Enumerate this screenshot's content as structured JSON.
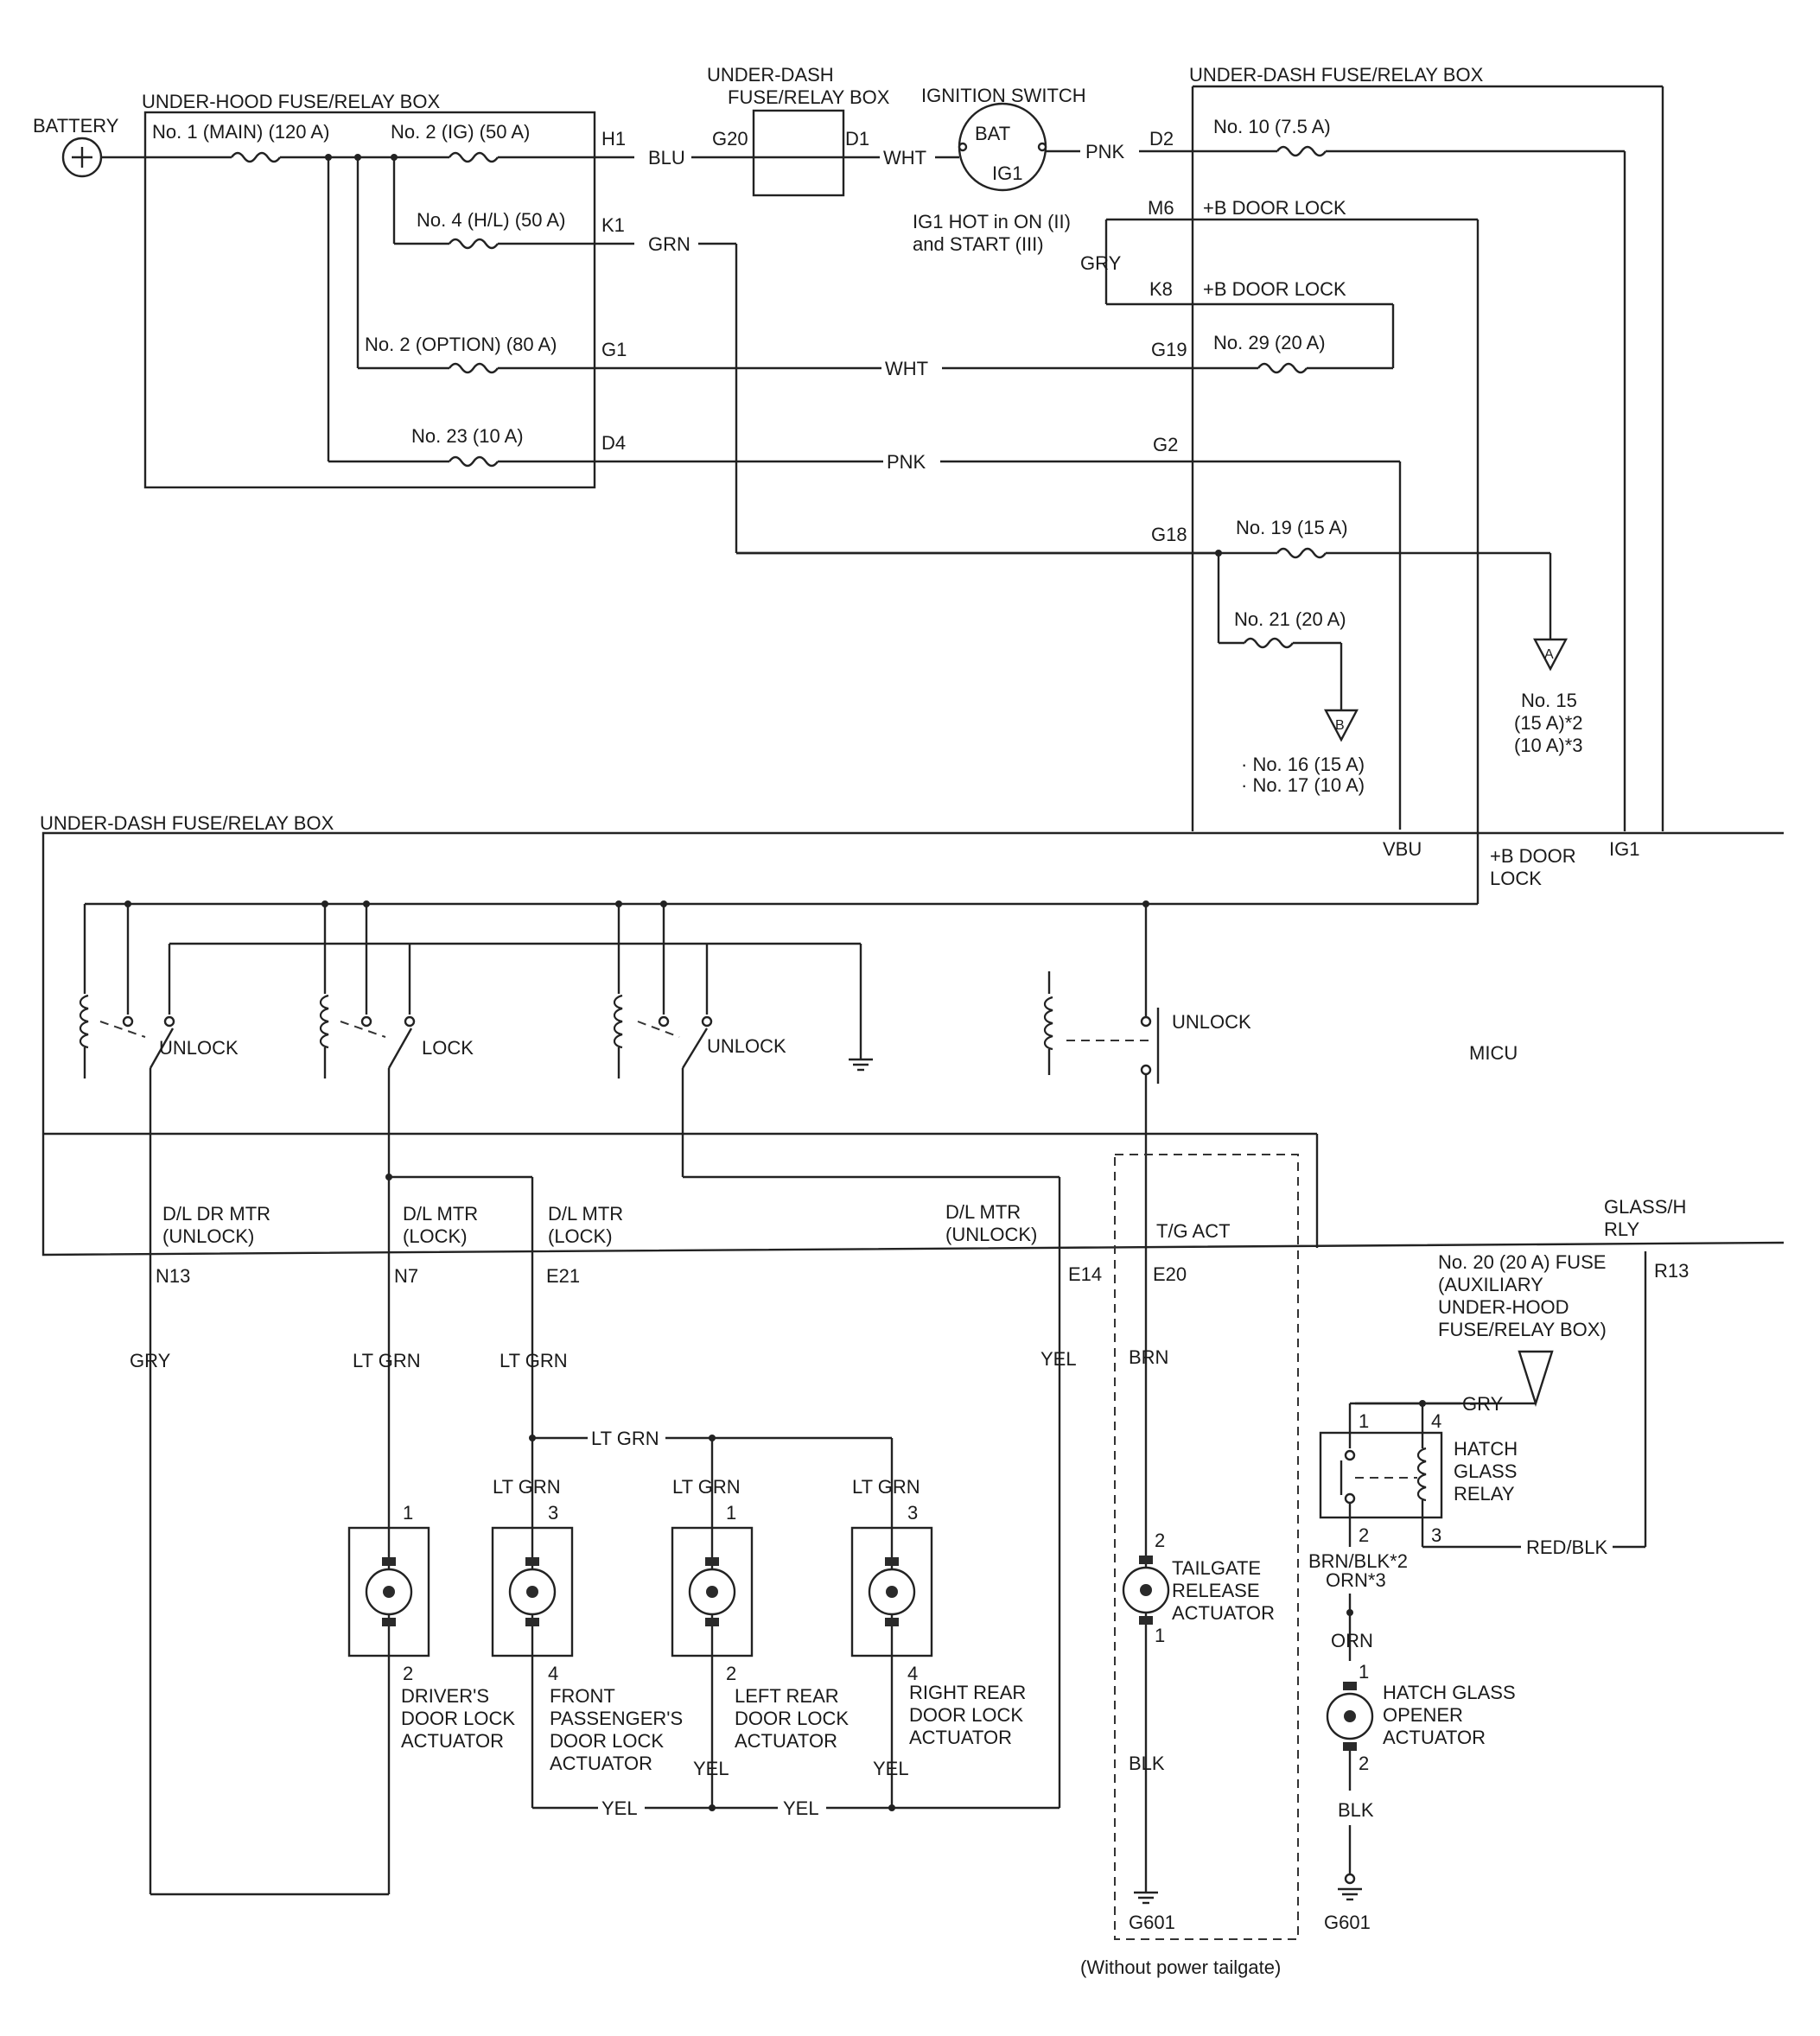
{
  "labels": {
    "underhood_box": "UNDER-HOOD FUSE/RELAY BOX",
    "underdash_box_small": [
      "UNDER-DASH",
      "FUSE/RELAY BOX"
    ],
    "ignition_switch": "IGNITION SWITCH",
    "underdash_box_top": "UNDER-DASH FUSE/RELAY BOX",
    "underdash_box_main": "UNDER-DASH FUSE/RELAY BOX",
    "battery": "BATTERY",
    "bat": "BAT",
    "ig1_switch": "IG1",
    "ig1_note": [
      "IG1 HOT in ON (II)",
      "and START (III)"
    ],
    "micu": "MICU",
    "without_power_tailgate": "(Without power tailgate)"
  },
  "fuses": {
    "no1": "No. 1 (MAIN) (120 A)",
    "no2_ig": "No. 2 (IG) (50 A)",
    "no4": "No. 4 (H/L) (50 A)",
    "no2_option": "No. 2 (OPTION) (80 A)",
    "no23": "No. 23 (10 A)",
    "no10": "No. 10 (7.5 A)",
    "no29": "No. 29 (20 A)",
    "no19": "No. 19 (15 A)",
    "no21": "No. 21 (20 A)",
    "no15": [
      "No. 15",
      "(15 A)*2",
      "(10 A)*3"
    ],
    "no16_17": [
      "· No. 16 (15 A)",
      "· No. 17 (10 A)"
    ],
    "no20": [
      "No. 20 (20 A) FUSE",
      "(AUXILIARY",
      "UNDER-HOOD",
      "FUSE/RELAY BOX)"
    ]
  },
  "connectors": {
    "H1": "H1",
    "K1": "K1",
    "G1": "G1",
    "D4": "D4",
    "G20": "G20",
    "D1": "D1",
    "D2": "D2",
    "M6": "M6",
    "K8": "K8",
    "G19": "G19",
    "G2": "G2",
    "G18": "G18",
    "N13": "N13",
    "N7": "N7",
    "E21": "E21",
    "E14": "E14",
    "E20": "E20",
    "R13": "R13",
    "G601_a": "G601",
    "G601_b": "G601"
  },
  "wires": {
    "blu": "BLU",
    "wht_top": "WHT",
    "pnk_top": "PNK",
    "grn": "GRN",
    "wht_mid": "WHT",
    "pnk_mid": "PNK",
    "gry_top": "GRY",
    "gry_n13": "GRY",
    "ltgrn_n7": "LT GRN",
    "ltgrn_e21": "LT GRN",
    "ltgrn_bus": "LT GRN",
    "ltgrn_fp": "LT GRN",
    "ltgrn_lr": "LT GRN",
    "ltgrn_rr": "LT GRN",
    "yel_e14": "YEL",
    "yel_bot1": "YEL",
    "yel_bot2": "YEL",
    "yel_lr": "YEL",
    "yel_rr": "YEL",
    "brn": "BRN",
    "blk_tg": "BLK",
    "gry_relay": "GRY",
    "redblk": "RED/BLK",
    "brnblk": "BRN/BLK*2",
    "orn3": "ORN*3",
    "orn": "ORN",
    "blk_hg": "BLK"
  },
  "circuits": {
    "bdoor1": "+B DOOR LOCK",
    "bdoor2": "+B DOOR LOCK",
    "vbu": "VBU",
    "bdoor_in": [
      "+B DOOR",
      "LOCK"
    ],
    "ig1_in": "IG1",
    "dl_dr_unlock": [
      "D/L DR MTR",
      "(UNLOCK)"
    ],
    "dl_lock1": [
      "D/L MTR",
      "(LOCK)"
    ],
    "dl_lock2": [
      "D/L MTR",
      "(LOCK)"
    ],
    "dl_unlock": [
      "D/L MTR",
      "(UNLOCK)"
    ],
    "tg_act": "T/G ACT",
    "glass_rly": [
      "GLASS/H",
      "RLY"
    ]
  },
  "relays": {
    "unlock1": "UNLOCK",
    "lock": "LOCK",
    "unlock2": "UNLOCK",
    "unlock_tg": "UNLOCK"
  },
  "terminal_markers": {
    "A": "A",
    "B": "B"
  },
  "actuators": {
    "driver": {
      "pin_top": "1",
      "pin_bottom": "2",
      "name": [
        "DRIVER'S",
        "DOOR LOCK",
        "ACTUATOR"
      ]
    },
    "front_passenger": {
      "pin_top": "3",
      "pin_bottom": "4",
      "name": [
        "FRONT",
        "PASSENGER'S",
        "DOOR LOCK",
        "ACTUATOR"
      ]
    },
    "left_rear": {
      "pin_top": "1",
      "pin_bottom": "2",
      "name": [
        "LEFT REAR",
        "DOOR LOCK",
        "ACTUATOR"
      ]
    },
    "right_rear": {
      "pin_top": "3",
      "pin_bottom": "4",
      "name": [
        "RIGHT REAR",
        "DOOR LOCK",
        "ACTUATOR"
      ]
    },
    "tailgate": {
      "pin_top": "2",
      "pin_bottom": "1",
      "name": [
        "TAILGATE",
        "RELEASE",
        "ACTUATOR"
      ]
    },
    "hatch_glass": {
      "pin_top": "1",
      "pin_bottom": "2",
      "name": [
        "HATCH GLASS",
        "OPENER",
        "ACTUATOR"
      ]
    }
  },
  "hatch_relay": {
    "name": [
      "HATCH",
      "GLASS",
      "RELAY"
    ],
    "pin1": "1",
    "pin2": "2",
    "pin3": "3",
    "pin4": "4"
  }
}
